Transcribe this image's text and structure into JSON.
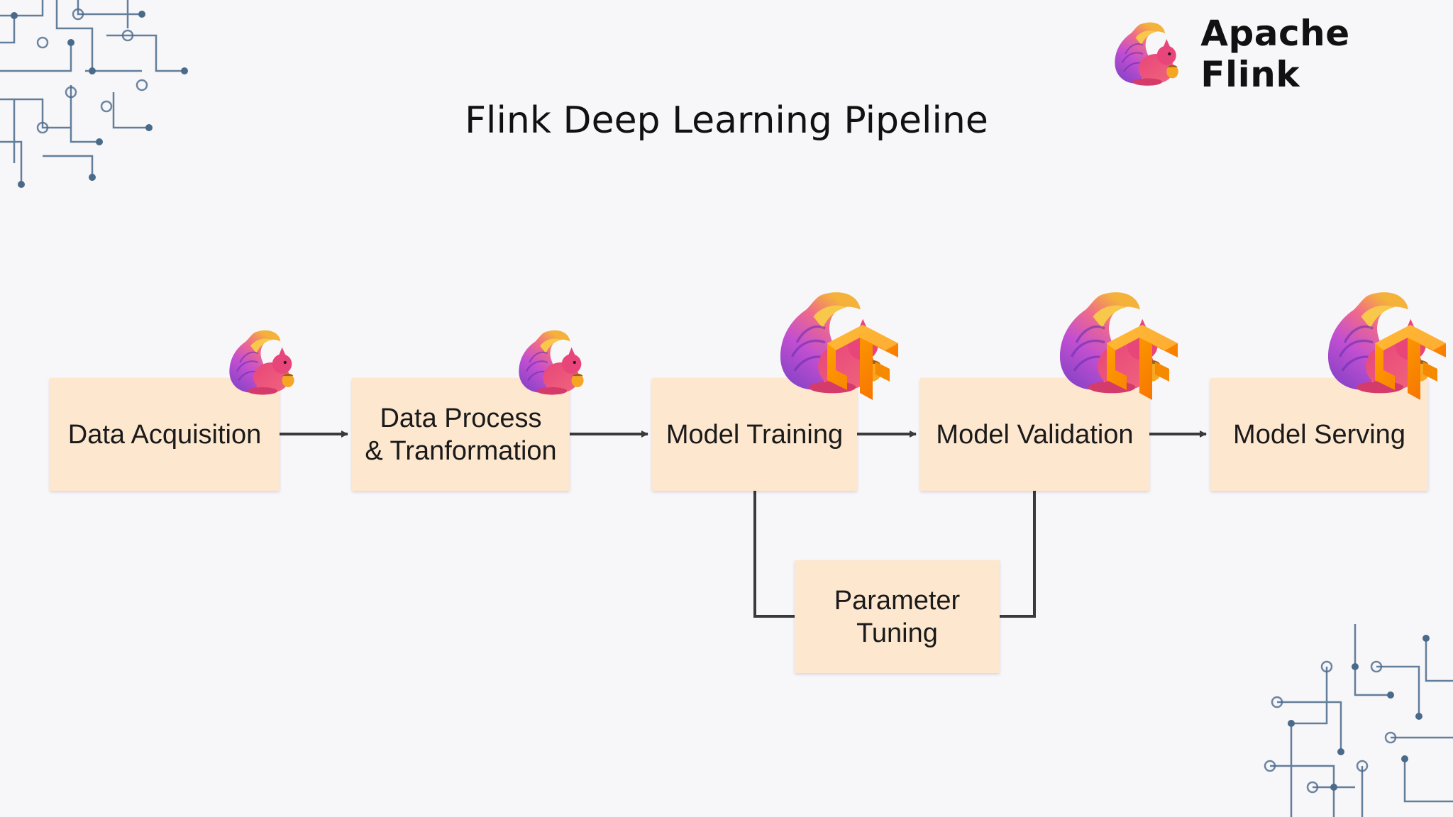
{
  "brand": {
    "name": "Apache Flink",
    "logo_icon": "flink-squirrel-icon"
  },
  "title": "Flink Deep Learning Pipeline",
  "stages": {
    "data_acquisition": "Data Acquisition",
    "data_process": "Data Process\n& Tranformation",
    "model_training": "Model Training",
    "model_validation": "Model Validation",
    "model_serving": "Model Serving",
    "parameter_tuning": "Parameter\nTuning"
  },
  "stage_icons": {
    "data_acquisition": [
      "flink-squirrel-icon"
    ],
    "data_process": [
      "flink-squirrel-icon"
    ],
    "model_training": [
      "flink-squirrel-icon",
      "tensorflow-icon"
    ],
    "model_validation": [
      "flink-squirrel-icon",
      "tensorflow-icon"
    ],
    "model_serving": [
      "flink-squirrel-icon",
      "tensorflow-icon"
    ]
  },
  "colors": {
    "background": "#f7f6f9",
    "stage_fill": "#fde7cf",
    "connector": "#3a3a3a",
    "circuit": "#4a6a8a"
  }
}
